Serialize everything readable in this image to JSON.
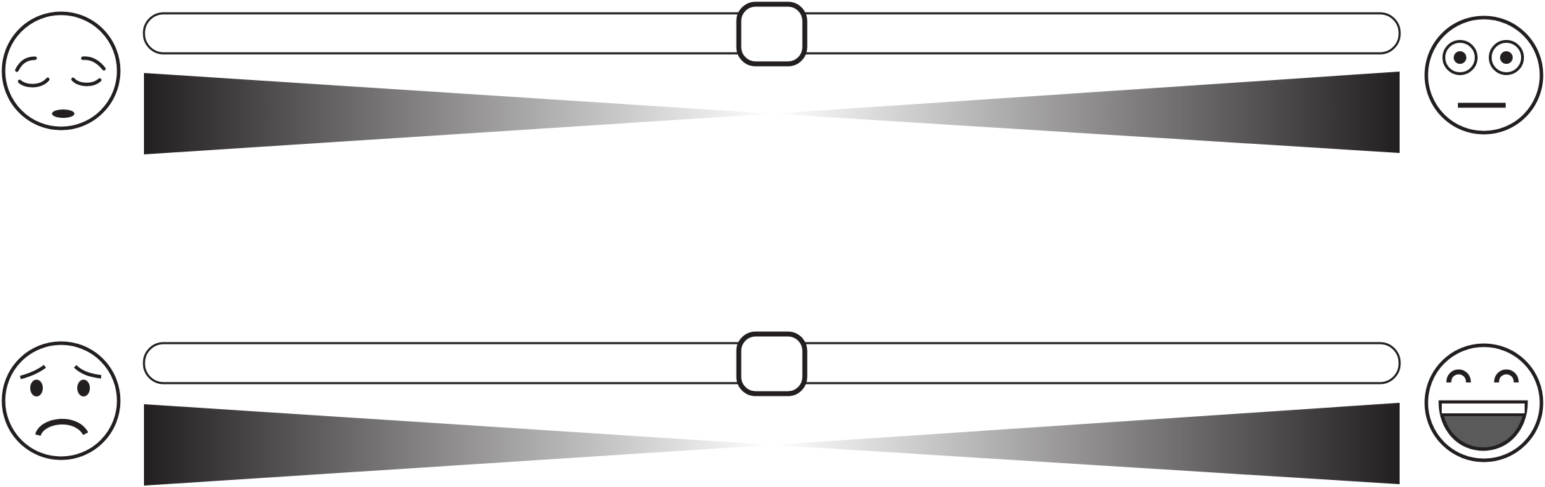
{
  "scales": [
    {
      "id": "arousal",
      "left_face_icon": "sleepy-face-icon",
      "right_face_icon": "alert-face-icon",
      "slider_value": 0.5
    },
    {
      "id": "valence",
      "left_face_icon": "sad-face-icon",
      "right_face_icon": "happy-face-icon",
      "slider_value": 0.5
    }
  ],
  "colors": {
    "ink": "#231f20",
    "track_fill": "#ffffff",
    "gradient_dark": "#231f20",
    "gradient_light": "#ffffff",
    "mouth_fill": "#5a5a5a"
  }
}
